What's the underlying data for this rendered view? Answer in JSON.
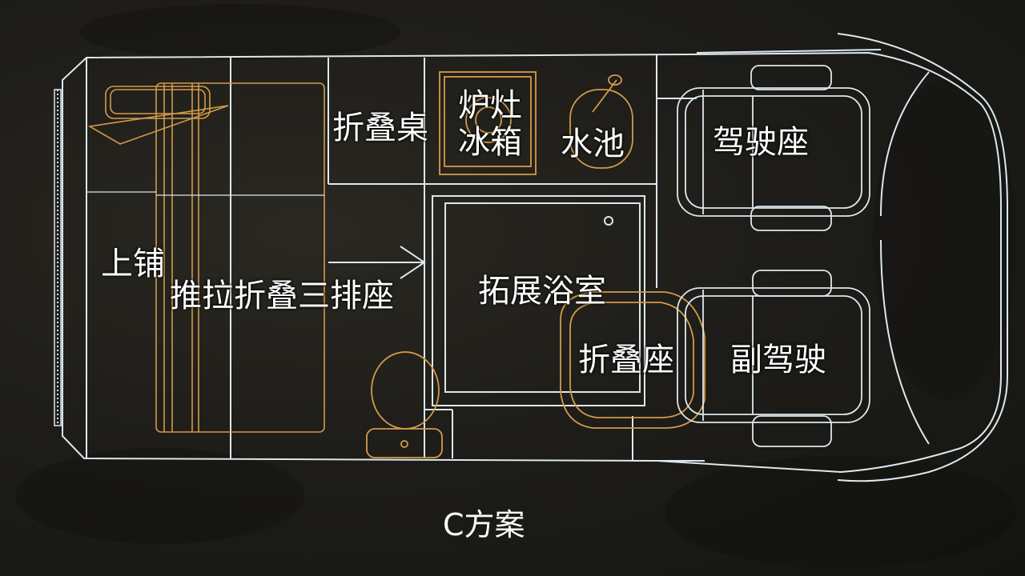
{
  "labels": {
    "upper_bunk": "上铺",
    "sliding_seat": "推拉折叠三排座",
    "folding_table": "折叠桌",
    "stove": "炉灶",
    "fridge": "冰箱",
    "sink": "水池",
    "driver_seat": "驾驶座",
    "bathroom": "拓展浴室",
    "folding_seat": "折叠座",
    "passenger_seat": "副驾驶"
  },
  "caption": "C方案",
  "colors": {
    "outline": "#dce8ee",
    "furniture": "#d49a4a",
    "text": "#ffffff",
    "background": "#1e1d19"
  }
}
